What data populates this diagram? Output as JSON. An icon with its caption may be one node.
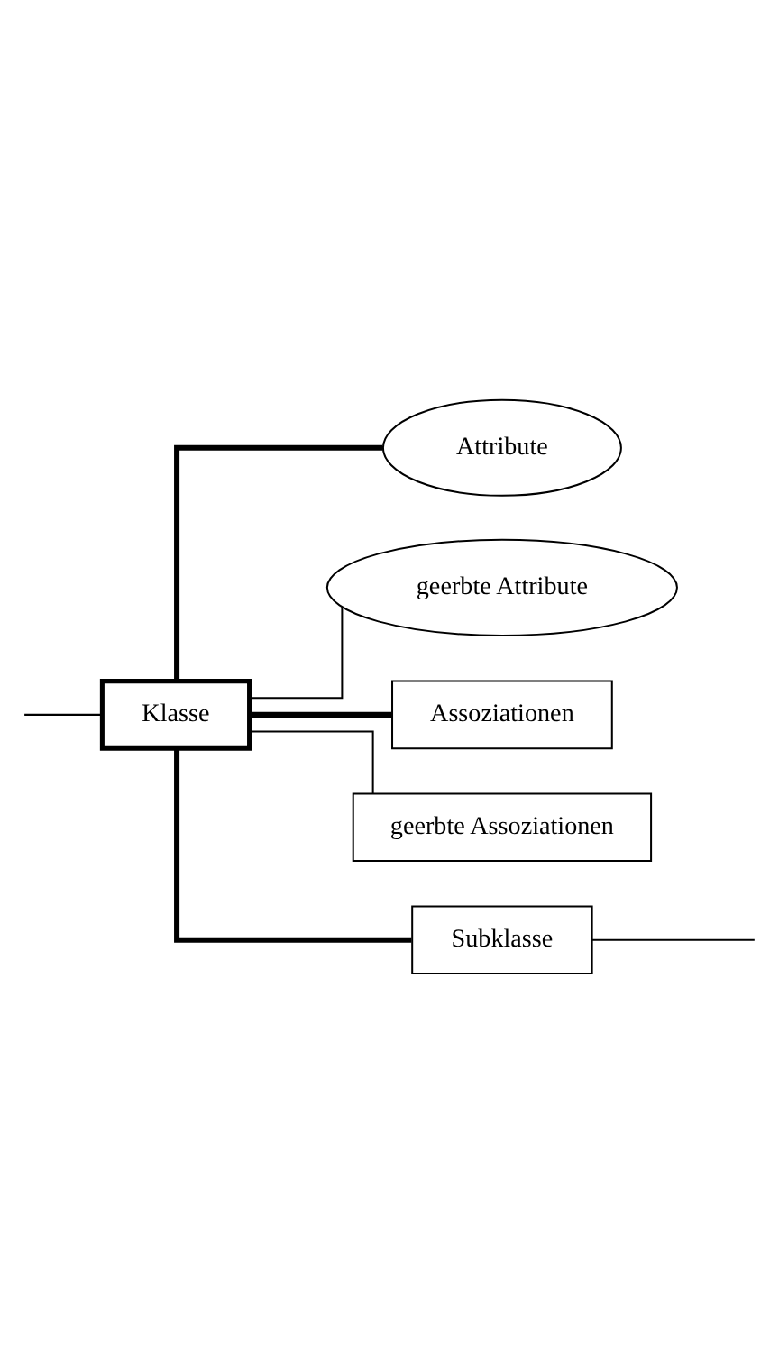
{
  "diagram": {
    "nodes": [
      {
        "text": [
          "Klasse"
        ]
      },
      {
        "text": [
          "Attribute"
        ]
      },
      {
        "text": [
          "geerbte Attribute"
        ]
      },
      {
        "text": [
          "Assoziationen"
        ]
      },
      {
        "text": [
          "geerbte Assoziationen"
        ]
      },
      {
        "text": [
          "Subklasse"
        ]
      }
    ],
    "edges": [
      {
        "from": null,
        "to": 0,
        "arrow": "none"
      },
      {
        "from": 0,
        "to": 1,
        "arrow": "none",
        "style": "thick"
      },
      {
        "from": 0,
        "to": 2,
        "arrow": "none"
      },
      {
        "from": 0,
        "to": 3,
        "arrow": "none",
        "style": "thick"
      },
      {
        "from": 0,
        "to": 4,
        "arrow": "none"
      },
      {
        "from": 0,
        "to": 5,
        "arrow": "none",
        "style": "thick"
      },
      {
        "from": 5,
        "to": null,
        "arrow": "none"
      }
    ]
  }
}
